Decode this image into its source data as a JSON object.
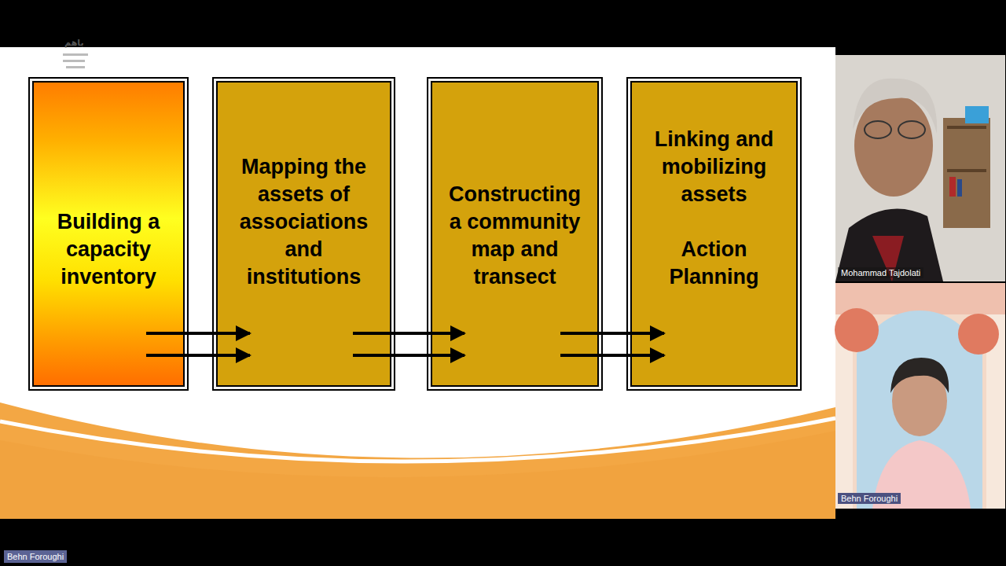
{
  "diagram": {
    "nodes": [
      {
        "text": [
          "Building a capacity inventory"
        ]
      },
      {
        "text": [
          "Mapping the assets of associations and institutions"
        ]
      },
      {
        "text": [
          "Constructing a community map and transect"
        ]
      },
      {
        "text": [
          "Linking and mobilizing assets",
          "Action Planning"
        ]
      }
    ],
    "edges": [
      {
        "from": 0,
        "to": 1,
        "arrow": "to"
      },
      {
        "from": 1,
        "to": 2,
        "arrow": "to"
      },
      {
        "from": 2,
        "to": 3,
        "arrow": "to"
      }
    ],
    "labels": [
      "باهم",
      "Mohammad Tajdolati",
      "Behn Foroughi",
      "Behn Foroughi"
    ]
  }
}
